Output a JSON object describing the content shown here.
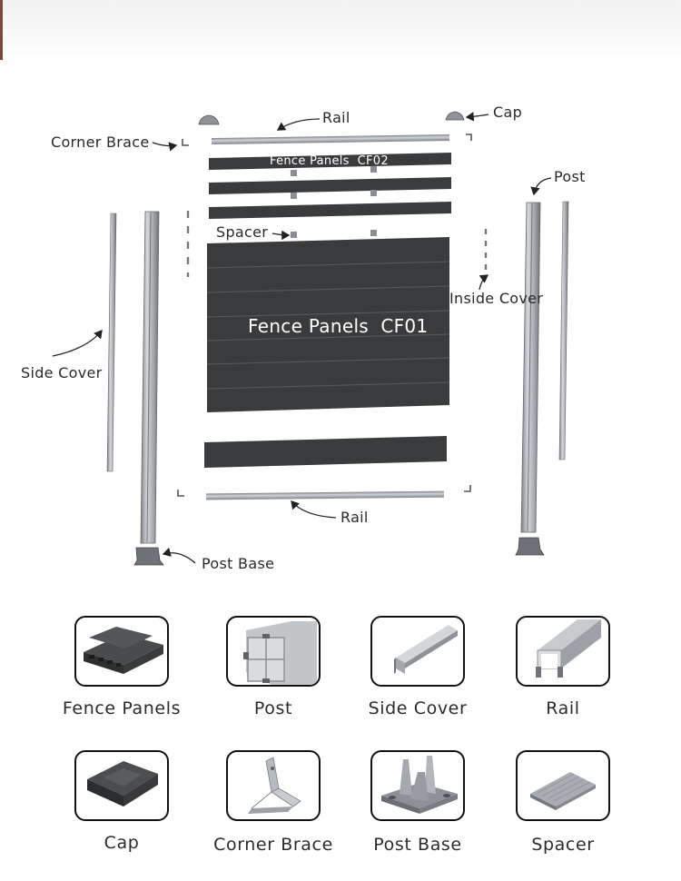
{
  "diagram": {
    "callouts": {
      "rail_top": "Rail",
      "cap": "Cap",
      "corner_brace": "Corner Brace",
      "fence_panels_cf02": "Fence Panels  CF02",
      "post": "Post",
      "spacer": "Spacer",
      "inside_cover": "Inside Cover",
      "fence_panels_cf01": "Fence Panels  CF01",
      "side_cover": "Side Cover",
      "rail_bottom": "Rail",
      "post_base": "Post Base"
    }
  },
  "components": [
    {
      "label": "Fence Panels",
      "icon": "fence-panel-profile-icon"
    },
    {
      "label": "Post",
      "icon": "post-profile-icon"
    },
    {
      "label": "Side Cover",
      "icon": "side-cover-profile-icon"
    },
    {
      "label": "Rail",
      "icon": "rail-profile-icon"
    },
    {
      "label": "Cap",
      "icon": "cap-icon"
    },
    {
      "label": "Corner Brace",
      "icon": "corner-brace-icon"
    },
    {
      "label": "Post Base",
      "icon": "post-base-icon"
    },
    {
      "label": "Spacer",
      "icon": "spacer-icon"
    }
  ],
  "colors": {
    "panel": "#3a3b3d",
    "metal": "#a9adb2",
    "box_border": "#111111"
  }
}
